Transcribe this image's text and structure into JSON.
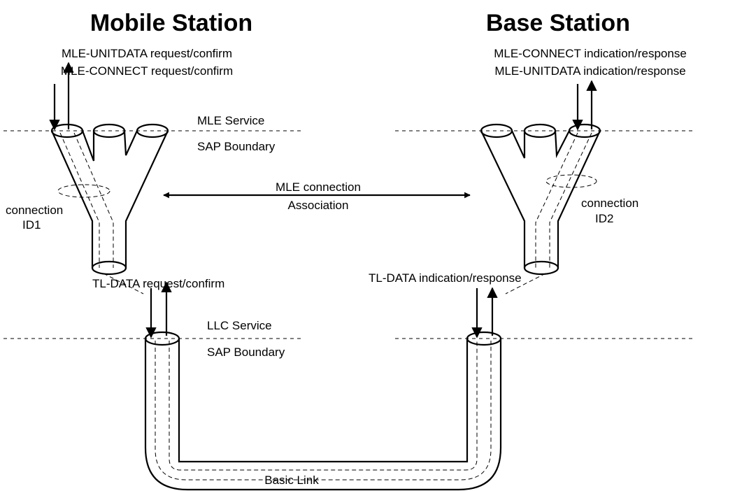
{
  "titles": {
    "mobile": "Mobile Station",
    "base": "Base Station"
  },
  "mobile": {
    "primitive_1": "MLE-UNITDATA request/confirm",
    "primitive_2": "MLE-CONNECT request/confirm",
    "connection": "connection",
    "connection_id": "ID1",
    "tl_data": "TL-DATA request/confirm"
  },
  "base": {
    "primitive_1": "MLE-CONNECT indication/response",
    "primitive_2": "MLE-UNITDATA indication/response",
    "connection": "connection",
    "connection_id": "ID2",
    "tl_data": "TL-DATA indication/response"
  },
  "mle_sap": {
    "service": "MLE Service",
    "boundary": "SAP Boundary"
  },
  "llc_sap": {
    "service": "LLC Service",
    "boundary": "SAP Boundary"
  },
  "association": {
    "line1": "MLE connection",
    "line2": "Association"
  },
  "basic_link": "Basic Link"
}
